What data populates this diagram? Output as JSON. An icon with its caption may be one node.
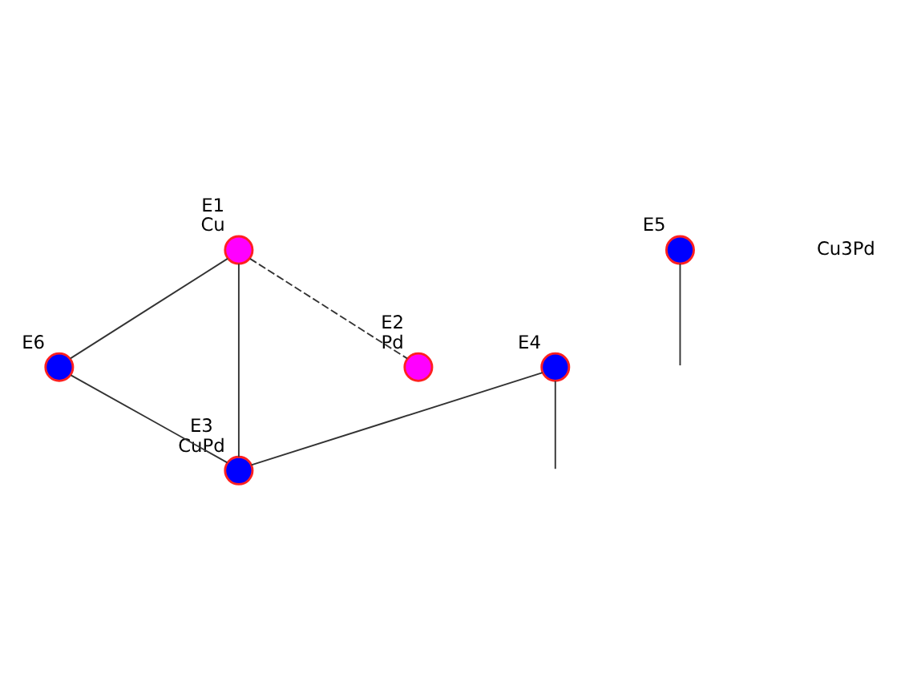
{
  "diagram": {
    "nodes": [
      {
        "text": [],
        "shape": "circle",
        "beside": [
          "E1",
          "Cu"
        ]
      },
      {
        "text": [],
        "shape": "circle",
        "beside": [
          "E2",
          "Pd"
        ]
      },
      {
        "text": [],
        "shape": "circle",
        "beside": [
          "E3",
          "CuPd"
        ]
      },
      {
        "text": [],
        "shape": "circle",
        "beside": [
          "E4"
        ]
      },
      {
        "text": [],
        "shape": "circle",
        "beside": [
          "E5"
        ]
      },
      {
        "text": [],
        "shape": "circle",
        "beside": [
          "E6"
        ]
      }
    ],
    "edges": [
      {
        "from": 0,
        "to": 1,
        "arrow": "none",
        "style": "dashed"
      },
      {
        "from": 0,
        "to": 5,
        "arrow": "none"
      },
      {
        "from": 0,
        "to": 2,
        "arrow": "none"
      },
      {
        "from": 5,
        "to": 2,
        "arrow": "none"
      },
      {
        "from": 3,
        "to": 2,
        "arrow": "none"
      },
      {
        "from": 3,
        "to": null,
        "arrow": "none"
      },
      {
        "from": 4,
        "to": null,
        "arrow": "none"
      }
    ],
    "labels": [
      "Cu3Pd"
    ]
  }
}
